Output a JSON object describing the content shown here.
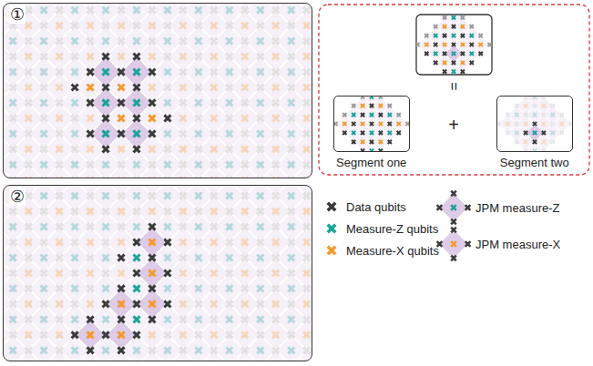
{
  "diagram": {
    "nodes": [
      {
        "text": [
          "①"
        ]
      },
      {
        "text": [
          "②"
        ]
      },
      {
        "text": [
          "Segment one"
        ]
      },
      {
        "text": [
          "Segment two"
        ]
      }
    ],
    "labels": [
      "=",
      "+"
    ],
    "legend": [
      {
        "text": "Data qubits"
      },
      {
        "text": "Measure-Z qubits"
      },
      {
        "text": "Measure-X qubits"
      },
      {
        "text": "JPM measure-Z"
      },
      {
        "text": "JPM measure-X"
      }
    ]
  }
}
